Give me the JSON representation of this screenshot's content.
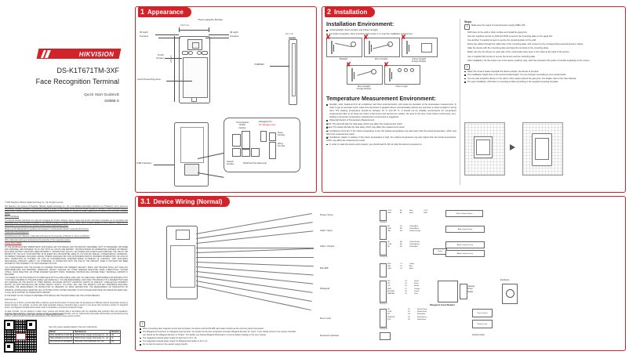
{
  "document": {
    "brand": "HIKVISION",
    "model": "DS-K1T671TM-3XF",
    "product_name": "Face  Recognition Terminal",
    "guide_label": "Quick Start Guide",
    "guide_uid": "UD",
    "doc_number": "19286B-G"
  },
  "cover": {
    "scan_note": "Scan the QR code to get the user manual for detailed information.",
    "supply_caption": "Use only power supplies listed in the user instructions:",
    "supply_table": {
      "headers": [
        "Model",
        "Manufacturer",
        "Standard"
      ],
      "rows": [
        [
          "MSA-C2000IC12.0-24P-DE",
          "MOSO Power Supply Technology Co., Ltd.",
          "CE"
        ],
        [
          "MSA-C2000IC12.0-24U-US",
          "MOSO Power Supply Technology Co., Ltd.",
          "UL"
        ],
        [
          "ADS-25FSG-12 12024EPG",
          "Shenzhen Honor Electronic Co., Ltd.",
          "CE"
        ]
      ]
    },
    "legal": [
      "© 2020 Hangzhou Hikvision Digital Technology Co., Ltd. All rights reserved.",
      "This Manual is the property of Hangzhou Hikvision Digital Technology Co., Ltd. or its affiliates (hereinafter referred to as \"Hikvision\"), and it cannot be reproduced, changed, translated, or distributed, partially or wholly, by any means, without the prior written consent of Hikvision. Unless otherwise expressly stated herein, Hikvision does not make any warranties, guarantees or representations, express or implied, regarding to the Manual, any information contained herein.",
      "About this Manual",
      "The Manual includes instructions for using and managing the Product. Pictures, charts, images and all other information hereinafter are for description and explanation only. The information contained in the Manual is subject to change, without notice, due to firmware updates or other reasons. Please find the latest version of this Manual at the Hikvision website (https://www.hikvision.com/).",
      "Please use this Manual with the guidance and assistance of professionals trained in supporting the Product.",
      "Trademarks Acknowledgement",
      "HIKVISION and other Hikvision's trademarks and logos are the properties of Hikvision in various jurisdictions.",
      "Other trademarks and logos mentioned are the properties of their respective owners.",
      "LEGAL DISCLAIMER",
      "TO THE MAXIMUM EXTENT PERMITTED BY APPLICABLE LAW, THIS MANUAL AND THE PRODUCT DESCRIBED, WITH ITS HARDWARE, SOFTWARE AND FIRMWARE, ARE PROVIDED \"AS IS\" AND \"WITH ALL FAULTS AND ERRORS\". HIKVISION MAKES NO WARRANTIES, EXPRESS OR IMPLIED, INCLUDING WITHOUT LIMITATION, MERCHANTABILITY, SATISFACTORY QUALITY, OR FITNESS FOR A PARTICULAR PURPOSE. THE USE OF THE PRODUCT BY YOU IS AT YOUR OWN RISK. IN NO EVENT WILL HIKVISION BE LIABLE TO YOU FOR ANY SPECIAL, CONSEQUENTIAL, INCIDENTAL, OR INDIRECT DAMAGES, INCLUDING, AMONG OTHERS, DAMAGES FOR LOSS OF BUSINESS PROFITS, BUSINESS INTERRUPTION, OR LOSS OF DATA, CORRUPTION OF SYSTEMS, OR LOSS OF DOCUMENTATION, WHETHER BASED ON BREACH OF CONTRACT, TORT (INCLUDING NEGLIGENCE), PRODUCT LIABILITY, OR OTHERWISE, IN CONNECTION WITH THE USE OF THE PRODUCT, EVEN IF HIKVISION HAS BEEN ADVISED OF THE POSSIBILITY OF SUCH DAMAGES OR LOSS.",
      "YOU ACKNOWLEDGE THAT THE NATURE OF INTERNET PROVIDES FOR INHERENT SECURITY RISKS, AND HIKVISION SHALL NOT TAKE ANY RESPONSIBILITIES FOR ABNORMAL OPERATION, PRIVACY LEAKAGE OR OTHER DAMAGES RESULTING FROM CYBER-ATTACK, HACKER ATTACK, VIRUS INFECTION, OR OTHER INTERNET SECURITY RISKS; HOWEVER, HIKVISION WILL PROVIDE TIMELY TECHNICAL SUPPORT IF REQUIRED.",
      "YOU AGREE TO USE THIS PRODUCT IN COMPLIANCE WITH ALL APPLICABLE LAWS, AND YOU ARE SOLELY RESPONSIBLE FOR ENSURING THAT YOUR USE CONFORMS TO THE APPLICABLE LAW. ESPECIALLY, YOU ARE RESPONSIBLE, FOR USING THIS PRODUCT IN A MANNER THAT DOES NOT INFRINGE ON THE RIGHTS OF THIRD PARTIES, INCLUDING WITHOUT LIMITATION, RIGHTS OF PUBLICITY, INTELLECTUAL PROPERTY RIGHTS, OR DATA PROTECTION AND OTHER PRIVACY RIGHTS. YOU SHALL NOT USE THIS PRODUCT FOR ANY PROHIBITED END-USES, INCLUDING THE DEVELOPMENT OR PRODUCTION OF WEAPONS OF MASS DESTRUCTION, THE DEVELOPMENT OR PRODUCTION OF CHEMICAL OR BIOLOGICAL WEAPONS, ANY ACTIVITIES IN THE CONTEXT RELATED TO ANY NUCLEAR EXPLOSIVE OR UNSAFE NUCLEAR FUEL-CYCLE, OR IN SUPPORT OF HUMAN RIGHTS ABUSES.",
      "IN THE EVENT OF ANY CONFLICTS BETWEEN THIS MANUAL AND THE APPLICABLE LAW, THE LATTER PREVAILS.",
      "Data Protection",
      "During the use of device, personal data will be collected, stored and processed. To protect data, the development of Hikvision devices incorporates privacy by design principles. For example, for device with facial recognition features, biometrics data is stored in your device with encryption method; for fingerprint device, only fingerprint template will be saved, which is impossible to reconstruct a fingerprint image.",
      "As data controller, you are advised to collect, store, process and transfer data in accordance with the applicable data protection laws and regulations, including without limitation, conducting security controls to safeguard personal data, such as, implementing reasonable administrative and physical security controls, conduct periodic reviews and assessments of the effectiveness of your security controls."
    ]
  },
  "section_appearance": {
    "number": "1",
    "title": "Appearance",
    "labels": {
      "thermographic_module": "Thermographic Module",
      "ir_light_left": "IR Light",
      "camera_left": "Camera",
      "ir_light_right": "IR Light",
      "camera_right": "Camera",
      "touch_screen": "Touch\nScreen",
      "card_presenting_area": "Card Presenting Area",
      "tamper": "TAMPER",
      "usb_interface": "USB Interface",
      "thermographic_module_interface": "Thermographic\nModule\nInterface",
      "debugging_port": "Debugging Port",
      "debugging_port_sub": "(for debugging only)",
      "power_interface": "Power\nInterface",
      "wiring_terminal": "Wiring\nTerminal",
      "network_interface": "Network\nInterface",
      "psam_card_slot": "PSAM Card Slot (Reserved)"
    },
    "dimensions": {
      "width": "116.5 mm",
      "height": "232 mm",
      "depth": "26.1 mm"
    },
    "note": "The figures are for reference only."
  },
  "section_installation": {
    "number": "2",
    "title": "Installation",
    "env_heading": "Installation Environment:",
    "env_bullets": [
      "Avoid backlight, direct sunlight, and indirect sunlight.",
      "For better recognition, there should be light source in or near the installation environment."
    ],
    "env_cards_row1": [
      "Backlight",
      "Direct Sunlight",
      "Indirect Sunlight\nthrough Window"
    ],
    "env_cards_row2": [
      "Direct Sunlight\nthrough Window",
      "Close to Light"
    ],
    "temp_heading": "Temperature Measurement Environment:",
    "temp_bullets": [
      "Sunlight, wind, heat/cool from air conditioner and other external factors, will create the deviation of the temperature measurement. In order to get an accurate result, make sure the device is applied indoors and absolutely without any exposure to direct sunlight or strong wind. The working temperature should be between 10 °C and 35 °C. It should not be suitable environments for temperature measurement (like an air faces the indoor environment and camera the outdoor, the area of the door of the indoor environment, etc.), building a temporary temperature measurement environment is suggested.",
      "Influential Factors of Temperature Measurement:",
      "Wind: The wind will take the heat away, which may affect the measurement result.",
      "Sweat: The sweat will take the heat away, which may affect the measurement result.",
      "Air Conditioner (Cool Air): If the indoor temperature is low, the surface temperature may also lower than the actual temperature, which may affect the measurement result.",
      "Air Conditioner (Heat) or Heating: If the indoor temperature is high, the surface temperature may also higher than the actual temperature, which may affect the measurement result.",
      "In order to make the device work properly, you should wait for 90 min after the device's powered on."
    ],
    "steps_heading": "Steps:",
    "steps_note_top": "Make sure the output of external power supply fulfills LPS.",
    "steps": [
      "Drill holes on the wall or other surface and install the gang box.",
      "Use two supplied screws (4_KA4×22-SUS) to secure the mounting plate on the gang box.",
      "Use another 4 supplied screws to secure the mounting plate on the wall.",
      "Route the cables through the cable hole of the mounting plate, and connect to the corresponding external devices' cables.",
      "Align the device with the mounting plate and hang the terminal on the mounting plate.",
      "Make sure the two sheets on each side of the mount plate have been in the holes at the back of the device.",
      "Use 2 supplied M4 screws to secure the device and the mounting plate.",
      "After installation, for the proper use of the device (outdoor use), stick the protection film (parts of models supplied) on the screen."
    ],
    "notes": [
      "When the screw's head is beneath the device surface, the device is secured.",
      "The installation height here is the recommended height. You can change it according to your actual needs.",
      "You can also install the device on the wall or other places without the gang box. For details, refer to the User Manual.",
      "For easy installation, drill holes on mounting surface according to the supplied mounting template."
    ]
  },
  "section_wiring": {
    "number": "3.1",
    "title": "Device Wiring (Normal)",
    "groups": [
      {
        "name": "Power Input",
        "group_label": "Group A",
        "pins": [
          {
            "signal": "+12V",
            "terminal": "A1",
            "wire": "Red",
            "func": "+12V"
          },
          {
            "signal": "GND",
            "terminal": "A2",
            "wire": "Black",
            "func": "GND"
          }
        ],
        "device": "Wire to Power Device"
      },
      {
        "name": "Alarm Input",
        "group_label": "Group B",
        "pins": [
          {
            "signal": "IN1",
            "terminal": "B1",
            "wire": "Yellow/Blue",
            "func": ""
          },
          {
            "signal": "GND",
            "terminal": "B2",
            "wire": "Yellow/Black",
            "func": ""
          },
          {
            "signal": "TAO",
            "terminal": "B3",
            "wire": "Yellow/Orange",
            "func": ""
          }
        ],
        "device": "Alarm Input Device"
      },
      {
        "name": "Alarm Output",
        "group_label": "Group B",
        "pins": [
          {
            "signal": "NC",
            "terminal": "B4",
            "wire": "Yellow/Purple",
            "func": ""
          },
          {
            "signal": "COM",
            "terminal": "B5",
            "wire": "Yellow/Brown",
            "func": ""
          },
          {
            "signal": "NO",
            "terminal": "B6",
            "wire": "Yellow/Red",
            "func": ""
          }
        ],
        "device": "Alarm Output Device"
      },
      {
        "name": "RS-485",
        "group_label": "",
        "pins": [
          {
            "signal": "485+",
            "terminal": "C1",
            "wire": "Yellow",
            "func": ""
          },
          {
            "signal": "485-",
            "terminal": "C2",
            "wire": "Blue",
            "func": ""
          },
          {
            "signal": "GND",
            "terminal": "C3",
            "wire": "Black",
            "func": ""
          }
        ],
        "device": ""
      },
      {
        "name": "Wiegand",
        "group_label": "Group C",
        "pins": [
          {
            "signal": "W0",
            "terminal": "C4",
            "wire": "Green",
            "func": ""
          },
          {
            "signal": "W1",
            "terminal": "C5",
            "wire": "White",
            "func": ""
          },
          {
            "signal": "OK",
            "terminal": "C6",
            "wire": "Brown",
            "func": ""
          },
          {
            "signal": "ERR",
            "terminal": "C7",
            "wire": "Orange",
            "func": ""
          },
          {
            "signal": "BUZZER",
            "terminal": "C8",
            "wire": "Purple",
            "func": ""
          },
          {
            "signal": "TAMPER",
            "terminal": "C9",
            "wire": "Gray",
            "func": ""
          }
        ],
        "device": "Wiegand Card Reader"
      },
      {
        "name": "Door Lock",
        "group_label": "Group D",
        "pins": [
          {
            "signal": "NC",
            "terminal": "D1",
            "wire": "White/Purple",
            "func": ""
          },
          {
            "signal": "COM",
            "terminal": "D2",
            "wire": "White/Green",
            "func": ""
          },
          {
            "signal": "NO",
            "terminal": "D3",
            "wire": "White/Red",
            "func": ""
          },
          {
            "signal": "SENSOR",
            "terminal": "D4",
            "wire": "White/Brown",
            "func": ""
          },
          {
            "signal": "BTN",
            "terminal": "D5",
            "wire": "White/Gray",
            "func": ""
          }
        ],
        "device": "Door Lock"
      },
      {
        "name": "Network Interface",
        "group_label": "",
        "pins": [],
        "device": "Network Cable"
      }
    ],
    "aux_labels": {
      "optional_power_supply": "Optional\nPower\nSupply",
      "wiegand_card_reader": "Wiegand Card Reader",
      "exit_button": "Exit Button",
      "door_contact": "Door Contact",
      "electric_lock": "Electric Lock",
      "alarm_input_device": "Alarm Input Device",
      "alarm_output_device": "Alarm Output Device",
      "power": "Power",
      "wire_to_power_device": "Wire to Power Device",
      "network_cable": "Network Cable"
    },
    "notes": [
      "When connecting door magnetic sensor and exit button, the device and the RS-485 card reader should use the common ground connection.",
      "The Wiegand terminal here is a Wiegand input terminal. You should set the face recognition terminal's Wiegand direction as \"Input\". If you should connect to an access controller, you should set the Wiegand direction to \"Output\". For details, see Setting Wiegand Parameters in Communication Settings in the user manual.",
      "The suggested external power supply for door lock is 12 V, 1A.",
      "The suggested external power supply for Wiegand card reader is 12 V, 1 A.",
      "Do not wire the device to the electric supply directly."
    ]
  }
}
